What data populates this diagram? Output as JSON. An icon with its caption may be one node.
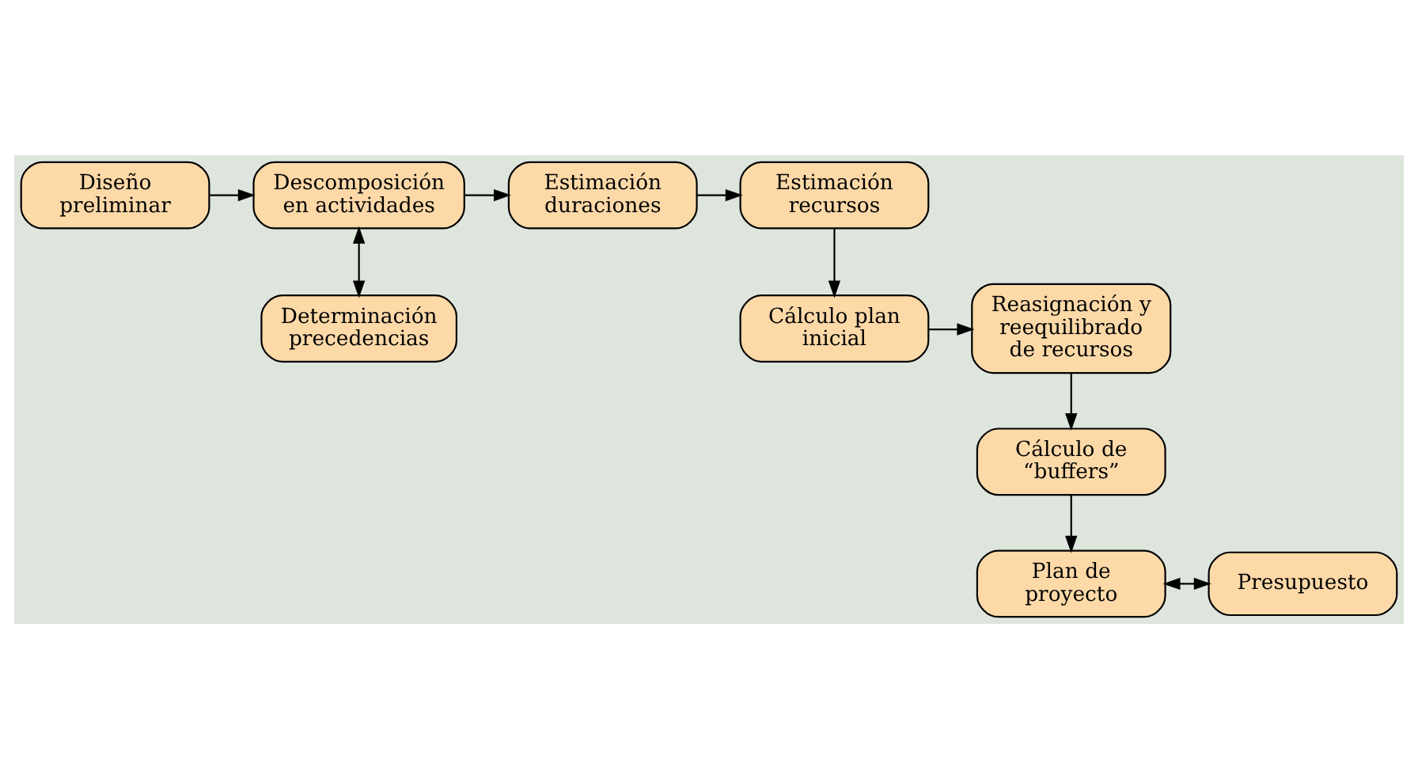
{
  "diagram": {
    "nodes": [
      {
        "text": [
          "Diseño preliminar"
        ]
      },
      {
        "text": [
          "Descomposición en actividades"
        ]
      },
      {
        "text": [
          "Estimación duraciones"
        ]
      },
      {
        "text": [
          "Estimación recursos"
        ]
      },
      {
        "text": [
          "Determinación precedencias"
        ]
      },
      {
        "text": [
          "Cálculo plan inicial"
        ]
      },
      {
        "text": [
          "Reasignación y reequilibrado de recursos"
        ]
      },
      {
        "text": [
          "Cálculo de “buffers”"
        ]
      },
      {
        "text": [
          "Plan de proyecto"
        ]
      },
      {
        "text": [
          "Presupuesto"
        ]
      }
    ],
    "edges": [
      {
        "from": 0,
        "to": 1,
        "arrow": "to"
      },
      {
        "from": 1,
        "to": 2,
        "arrow": "to"
      },
      {
        "from": 2,
        "to": 3,
        "arrow": "to"
      },
      {
        "from": 1,
        "to": 4,
        "arrow": "both"
      },
      {
        "from": 3,
        "to": 5,
        "arrow": "to"
      },
      {
        "from": 5,
        "to": 6,
        "arrow": "to"
      },
      {
        "from": 6,
        "to": 7,
        "arrow": "to"
      },
      {
        "from": 7,
        "to": 8,
        "arrow": "to"
      },
      {
        "from": 8,
        "to": 9,
        "arrow": "both"
      }
    ]
  }
}
